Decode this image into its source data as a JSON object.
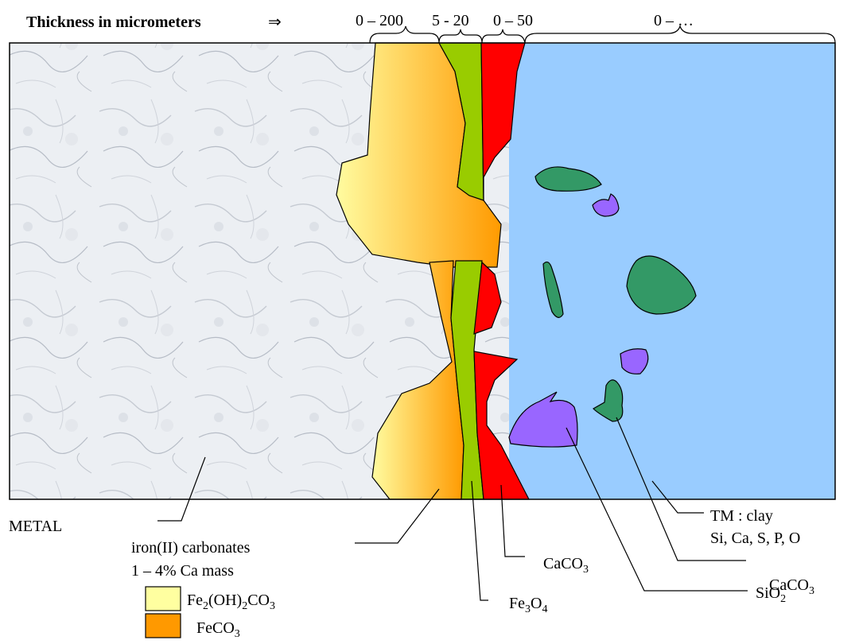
{
  "header": {
    "title": "Thickness in micrometers",
    "arrow": "⇒",
    "ranges": [
      "0 – 200",
      "5 - 20",
      "0 – 50",
      "0 – …"
    ]
  },
  "labels": {
    "metal": "METAL",
    "carbonates_line1": "iron(II) carbonates",
    "carbonates_line2": "1 – 4% Ca mass",
    "caco3_red": {
      "base": "CaCO",
      "sub": "3"
    },
    "tm_line1": "TM : clay",
    "tm_line2": "Si, Ca, S, P, O",
    "caco3_green": {
      "base": "CaCO",
      "sub": "3"
    },
    "fe3o4": {
      "base": "Fe",
      "sub1": "3",
      "mid": "O",
      "sub2": "4"
    },
    "sio2": {
      "base": "SiO",
      "sub": "2"
    }
  },
  "legend": [
    {
      "color": "#ffffa0",
      "parts": [
        "Fe",
        "2",
        "(OH)",
        "2",
        "CO",
        "3"
      ]
    },
    {
      "color": "#ff9900",
      "parts": [
        "FeCO",
        "3"
      ]
    }
  ],
  "colors": {
    "metal": "#eceff3",
    "yellow_layer": "#fffca0",
    "orange_layer": "#ff9a00",
    "green_layer": "#99cc00",
    "red_layer": "#ff0000",
    "medium": "#99ccff",
    "inclusion_green": "#339966",
    "inclusion_purple": "#9966ff"
  }
}
